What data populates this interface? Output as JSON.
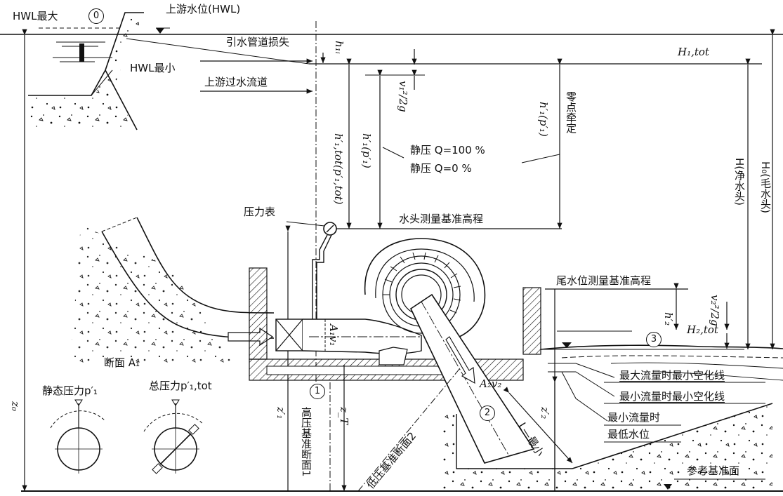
{
  "labels": {
    "hwl_max": "HWL最大",
    "upstream_level": "上游水位(HWL)",
    "intake_loss": "引水管道损失",
    "hwl_min": "HWL最小",
    "upstream_channel": "上游过水流道",
    "h1i": "h₁ᵢ",
    "h1_tot_big": "H₁,tot",
    "v1_head": "v₁²/2g",
    "h1p_right": "h′₁(p′₁)",
    "zero_point": "零点牵定",
    "static_q100": "静压 Q=100 %",
    "static_q0": "静压 Q=0 %",
    "h1_tot_left": "h′₁,tot(p′₁,tot)",
    "h1p_left": "h′₁(p′₁)",
    "head_ref": "水头测量基准高程",
    "pressure_gauge": "压力表",
    "net_head": "H(净水头)",
    "gross_head": "H₀(毛水头)",
    "tail_ref": "尾水位测量基准高程",
    "h2p": "h′₂",
    "v2_head": "v₂²/2g",
    "h2_tot": "H₂,tot",
    "section_a1": "断面 A₁",
    "a1v1": "A₁v₁",
    "a2v2": "A₂v₂",
    "max_flow_cav": "最大流量时最小空化线",
    "min_flow_cav": "最小流量时最小空化线",
    "min_flow_lowest_1": "最小流量时",
    "min_flow_lowest_2": "最低水位",
    "static_pressure": "静态压力p′₁",
    "total_pressure": "总压力p′₁,tot",
    "z0": "z₀",
    "z1": "z′₁",
    "zT": "z_T",
    "z2": "z′₂",
    "high_section": "高压基准断面1",
    "low_section": "低压基准断面2",
    "l_min": "L—最小",
    "ref_plane": "参考基准面",
    "n0": "0",
    "n1": "1",
    "n2": "2",
    "n3": "3"
  },
  "colors": {
    "line": "#111111",
    "fill": "#ffffff"
  }
}
